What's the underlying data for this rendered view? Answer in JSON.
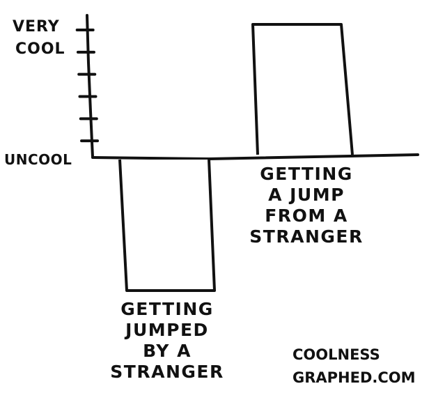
{
  "chart_data": {
    "type": "bar",
    "title": "",
    "xlabel": "",
    "ylabel": "",
    "y_tick_labels": {
      "top": [
        "VERY",
        "COOL"
      ],
      "baseline": "UNCOOL"
    },
    "ylim": [
      -6,
      6
    ],
    "categories": [
      [
        "GETTING",
        "JUMPED",
        "BY A",
        "STRANGER"
      ],
      [
        "GETTING",
        "A JUMP",
        "FROM A",
        "STRANGER"
      ]
    ],
    "values": [
      -6,
      6
    ],
    "tick_count": 6,
    "grid": false
  },
  "footer": {
    "lines": [
      "COOLNESS",
      "GRAPHED.COM"
    ]
  },
  "colors": {
    "ink": "#111111",
    "background": "#ffffff"
  }
}
